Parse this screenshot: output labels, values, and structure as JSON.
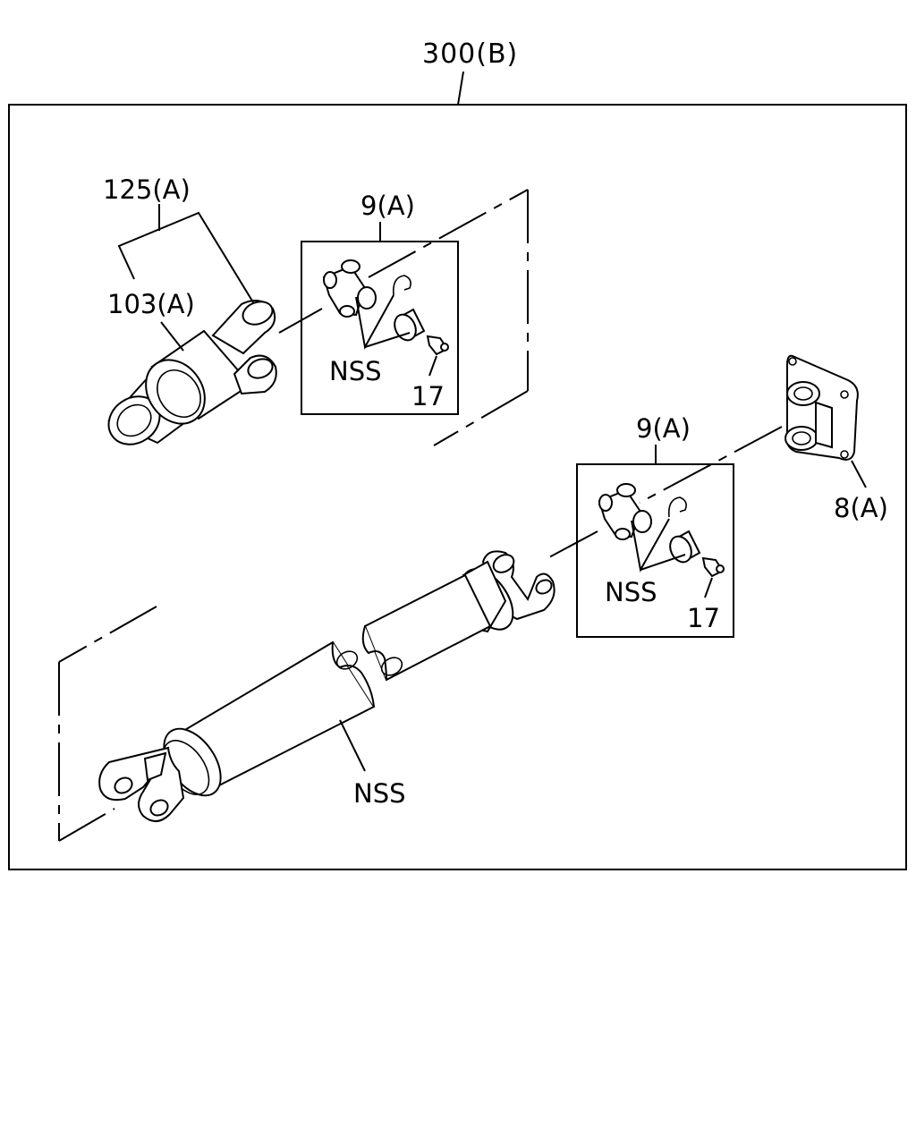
{
  "callouts": {
    "assembly": "300(B)",
    "front_yoke_assy": "125(A)",
    "front_sleeve_yoke": "103(A)",
    "upper_joint_kit": "9(A)",
    "upper_nss": "NSS",
    "upper_grease_nipple": "17",
    "lower_joint_kit": "9(A)",
    "lower_nss": "NSS",
    "lower_grease_nipple": "17",
    "flange_yoke": "8(A)",
    "shaft_tube": "NSS"
  }
}
